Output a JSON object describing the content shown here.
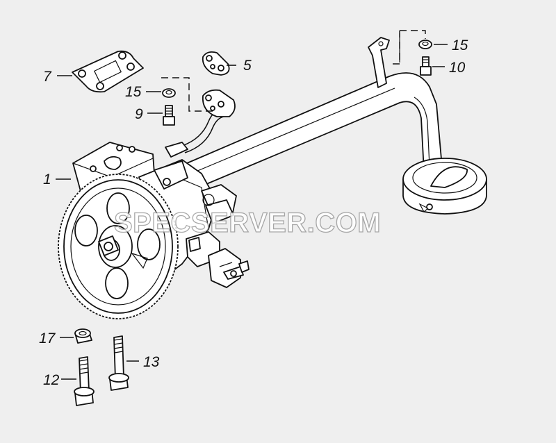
{
  "watermark": "SPECSERVER.COM",
  "callouts": {
    "c1": "1",
    "c5": "5",
    "c7": "7",
    "c9": "9",
    "c10": "10",
    "c12": "12",
    "c13": "13",
    "c15a": "15",
    "c15b": "15",
    "c17": "17"
  }
}
